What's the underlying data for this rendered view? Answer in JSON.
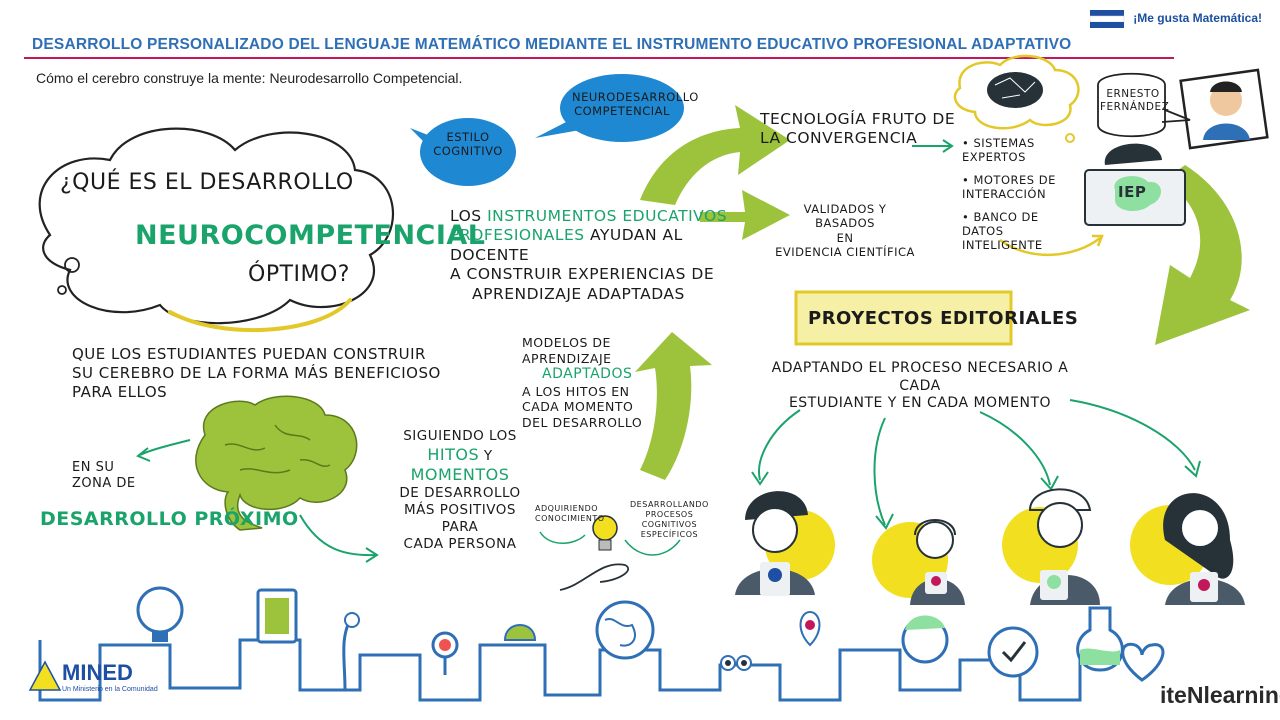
{
  "header": {
    "title": "DESARROLLO PERSONALIZADO DEL LENGUAJE MATEMÁTICO MEDIANTE EL INSTRUMENTO EDUCATIVO PROFESIONAL ADAPTATIVO",
    "subtitle": "Cómo el cerebro construye la mente: Neurodesarrollo Competencial.",
    "brand": "¡Me gusta Matemática!"
  },
  "question": {
    "line1": "¿Qué es el desarrollo",
    "line2": "Neurocompetencial",
    "line3": "óptimo?"
  },
  "bubbles": {
    "estilo": "Estilo cognitivo",
    "neuro": "Neurodesarrollo competencial"
  },
  "center_text": {
    "line1a": "Los ",
    "line1b": "instrumentos educativos",
    "line2a": "profesionales",
    "line2b": " ayudan al docente",
    "line3": "a construir experiencias de",
    "line4": "aprendizaje adaptadas"
  },
  "tech": {
    "title1": "Tecnología fruto de",
    "title2": "la convergencia",
    "validated1": "Validados y basados",
    "validated2": "en",
    "validated3": "evidencia científica",
    "list": [
      "Sistemas expertos",
      "Motores de interacción",
      "Banco de datos inteligente"
    ],
    "iep": "IEP",
    "author1": "Ernesto",
    "author2": "Fernández"
  },
  "proyectos": {
    "title": "Proyectos editoriales",
    "sub1": "Adaptando el proceso necesario a cada",
    "sub2": "estudiante y en cada momento"
  },
  "left_text": {
    "l1": "Que los estudiantes puedan construir",
    "l2": "su cerebro de la forma más beneficioso",
    "l3": "para ellos",
    "zona1": "En su",
    "zona2": "zona de",
    "zona3": "desarrollo próximo"
  },
  "hitos": {
    "l1": "Siguiendo los",
    "l2": "hitos",
    "l3": "y",
    "l4": "momentos",
    "l5": "de desarrollo",
    "l6": "más positivos para",
    "l7": "cada persona"
  },
  "modelos": {
    "l1": "Modelos de",
    "l2": "aprendizaje",
    "l3": "adaptados",
    "l4": "a los hitos en",
    "l5": "cada momento",
    "l6": "del desarrollo"
  },
  "bulb": {
    "left1": "Adquiriendo",
    "left2": "conocimiento",
    "right1": "Desarrollando",
    "right2": "procesos",
    "right3": "cognitivos",
    "right4": "específicos"
  },
  "footer": {
    "mined": "MINED",
    "mined_sub": "Un Ministerio en la Comunidad",
    "iten": "iteNlearning"
  },
  "colors": {
    "accent_blue": "#2f6fb5",
    "green": "#1aa36b",
    "lime": "#9cc33b",
    "yellow": "#f2e020",
    "bubble_blue": "#1e88d2",
    "magenta": "#c2185b"
  }
}
